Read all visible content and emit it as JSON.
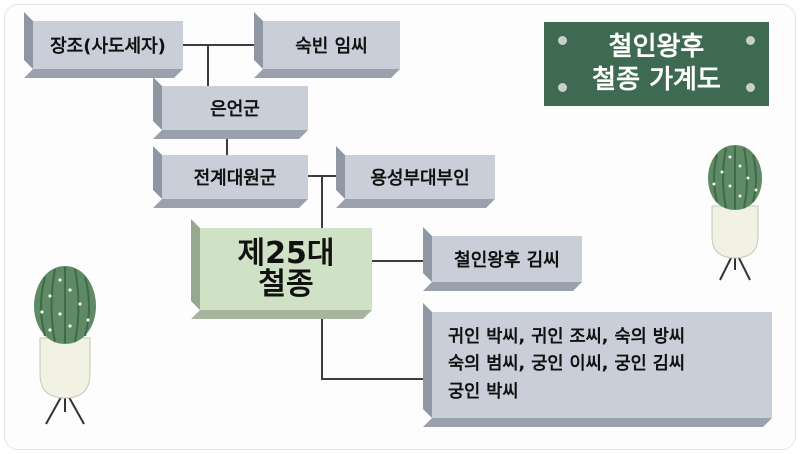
{
  "title": {
    "line1": "철인왕후",
    "line2": "철종 가계도"
  },
  "nodes": {
    "grandfather": "장조(사도세자)",
    "grandmother": "숙빈 임씨",
    "father_of_father": "은언군",
    "father": "전계대원군",
    "mother": "용성부대부인",
    "king_line1": "제25대",
    "king_line2": "철종",
    "queen": "철인왕후 김씨",
    "consorts_line1": "귀인 박씨, 귀인 조씨, 숙의 방씨",
    "consorts_line2": "숙의 범씨, 궁인 이씨, 궁인 김씨",
    "consorts_line3": "궁인 박씨"
  },
  "colors": {
    "box": "#c9ced8",
    "king_box": "#cfe2c5",
    "title_bg": "#3f6a52",
    "line": "#3c3c3c"
  },
  "decorations": [
    "cactus-plant-left",
    "cactus-plant-right"
  ]
}
